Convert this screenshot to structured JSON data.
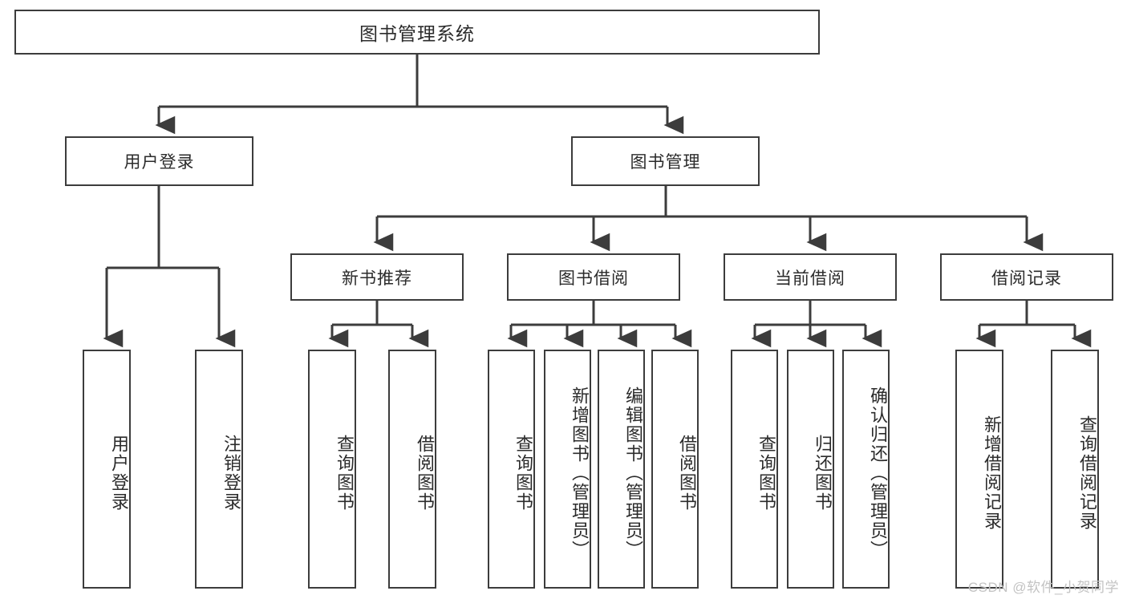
{
  "diagram": {
    "title": "图书管理系统",
    "type": "tree-hierarchy",
    "root": {
      "label": "图书管理系统"
    },
    "level2": [
      {
        "id": "user-login",
        "label": "用户登录"
      },
      {
        "id": "book-manage",
        "label": "图书管理"
      }
    ],
    "level3": [
      {
        "id": "new-book-recommend",
        "label": "新书推荐",
        "parent": "book-manage"
      },
      {
        "id": "book-borrow",
        "label": "图书借阅",
        "parent": "book-manage"
      },
      {
        "id": "current-borrow",
        "label": "当前借阅",
        "parent": "book-manage"
      },
      {
        "id": "borrow-record",
        "label": "借阅记录",
        "parent": "book-manage"
      }
    ],
    "leaves": [
      {
        "id": "leaf-user-login",
        "label": "用户登录",
        "parent": "user-login"
      },
      {
        "id": "leaf-logout-login",
        "label": "注销登录",
        "parent": "user-login"
      },
      {
        "id": "leaf-query-book-1",
        "label": "查询图书",
        "parent": "new-book-recommend"
      },
      {
        "id": "leaf-borrow-book-1",
        "label": "借阅图书",
        "parent": "new-book-recommend"
      },
      {
        "id": "leaf-query-book-2",
        "label": "查询图书",
        "parent": "book-borrow"
      },
      {
        "id": "leaf-add-book",
        "label": "新增图书（管理员）",
        "parent": "book-borrow"
      },
      {
        "id": "leaf-edit-book",
        "label": "编辑图书（管理员）",
        "parent": "book-borrow"
      },
      {
        "id": "leaf-borrow-book-2",
        "label": "借阅图书",
        "parent": "book-borrow"
      },
      {
        "id": "leaf-query-book-3",
        "label": "查询图书",
        "parent": "current-borrow"
      },
      {
        "id": "leaf-return-book",
        "label": "归还图书",
        "parent": "current-borrow"
      },
      {
        "id": "leaf-confirm-return",
        "label": "确认归还（管理员）",
        "parent": "current-borrow"
      },
      {
        "id": "leaf-add-record",
        "label": "新增借阅记录",
        "parent": "borrow-record"
      },
      {
        "id": "leaf-query-record",
        "label": "查询借阅记录",
        "parent": "borrow-record"
      }
    ],
    "colors": {
      "stroke": "#3c3c3c",
      "fill": "#ffffff",
      "text": "#2b2b2b",
      "watermark": "#c3c3c3"
    }
  },
  "watermark": {
    "text": "CSDN @软件_小贺同学"
  }
}
